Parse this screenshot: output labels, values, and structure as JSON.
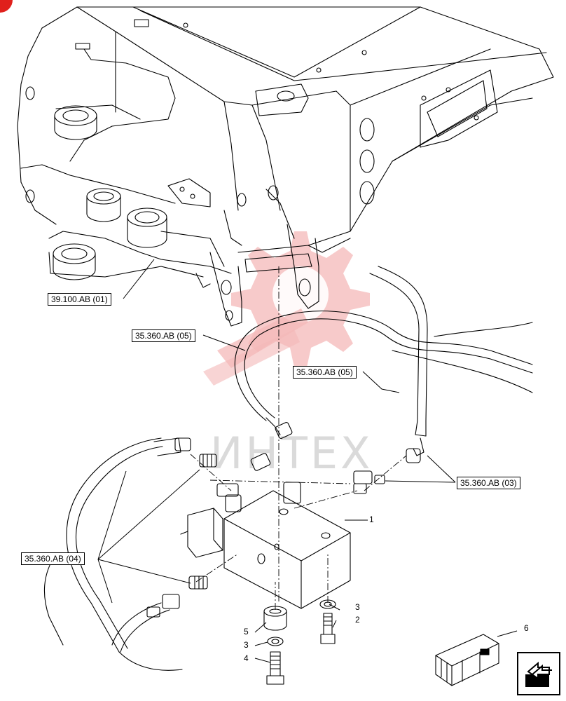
{
  "labels": {
    "frame_ref": "39.100.AB (01)",
    "hose_ref_a": "35.360.AB (05)",
    "hose_ref_b": "35.360.AB (05)",
    "hose_ref_c": "35.360.AB (03)",
    "hose_ref_d": "35.360.AB (04)"
  },
  "callouts": {
    "block": "1",
    "screw_right": "2",
    "washer_right": "3",
    "washer_left": "3",
    "screw_left": "4",
    "spacer": "5",
    "kit": "6"
  },
  "watermark": "ИНТЕХ",
  "colors": {
    "line": "#000000",
    "watermark_red": "#f2b3b3",
    "corner": "#e0201c"
  },
  "icons": {
    "nav": "arrow-link-icon",
    "kit": "crate-icon"
  }
}
